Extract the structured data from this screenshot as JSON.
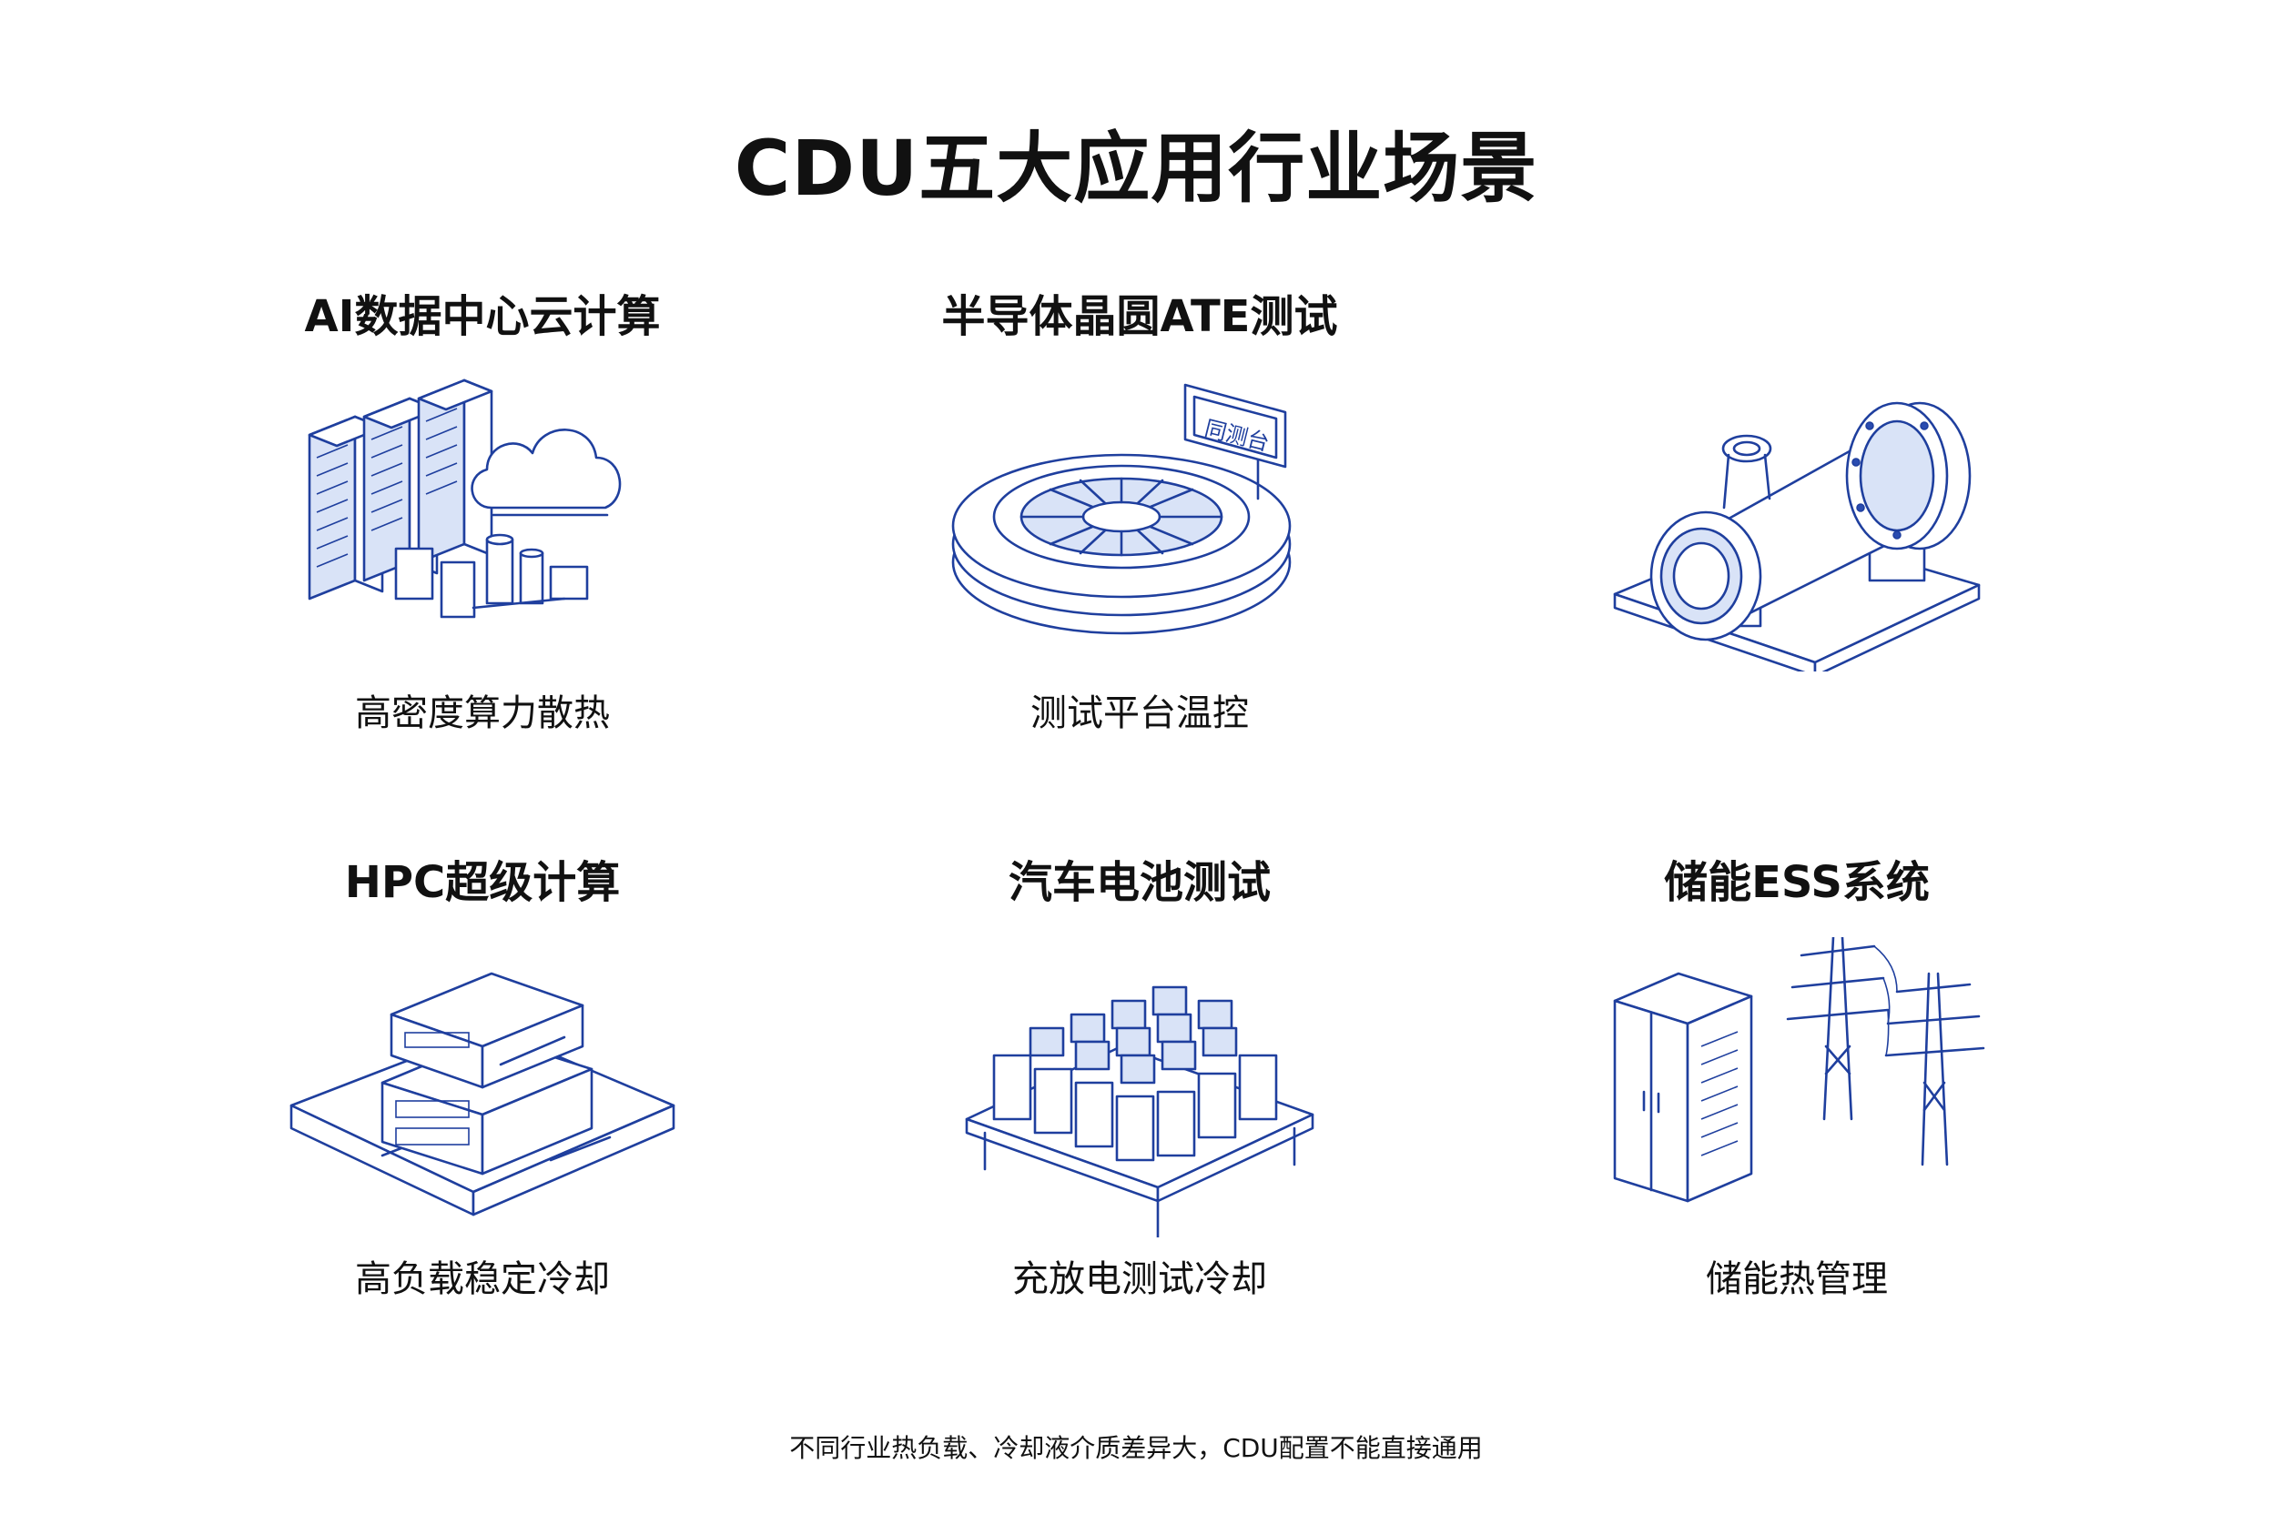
{
  "page": {
    "title": "CDU五大应用行业场景",
    "footer": "不同行业热负载、冷却液介质差异大，CDU配置不能直接通用"
  },
  "cards": [
    {
      "title": "AI数据中心云计算",
      "subtitle": "高密度算力散热",
      "icon": "server-cloud-illustration"
    },
    {
      "title": "半导体晶圆ATE测试",
      "subtitle": "测试平台温控",
      "icon": "wafer-test-illustration",
      "sign_text": "同测台"
    },
    {
      "title": "",
      "subtitle": "",
      "icon": "pump-motor-illustration"
    },
    {
      "title": "HPC超级计算",
      "subtitle": "高负载稳定冷却",
      "icon": "hpc-server-illustration"
    },
    {
      "title": "汽车电池测试",
      "subtitle": "充放电测试冷却",
      "icon": "battery-pack-illustration"
    },
    {
      "title": "储能ESS系统",
      "subtitle": "储能热管理",
      "icon": "ess-cabinet-illustration"
    }
  ],
  "colors": {
    "line": "#1f3f9e",
    "text": "#111111",
    "background": "#ffffff"
  }
}
